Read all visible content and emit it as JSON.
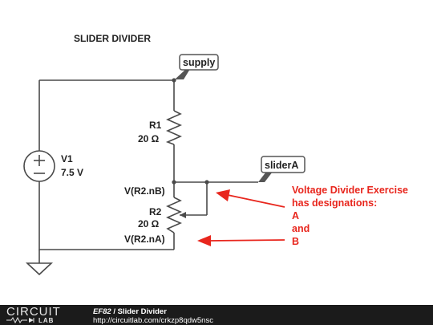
{
  "title": "SLIDER DIVIDER",
  "labels": {
    "supply": "supply",
    "sliderA": "sliderA"
  },
  "components": {
    "r1": {
      "name": "R1",
      "value": "20 Ω"
    },
    "r2": {
      "name": "R2",
      "value": "20 Ω"
    },
    "v1": {
      "name": "V1",
      "value": "7.5 V"
    }
  },
  "nodes": {
    "r2_nb": "V(R2.nB)",
    "r2_na": "V(R2.nA)"
  },
  "annotation": {
    "line1": "Voltage Divider Exercise",
    "line2": "has designations:",
    "line3": "A",
    "line4": "and",
    "line5": "B"
  },
  "footer": {
    "logo_top": "CIRCUIT",
    "logo_bottom": "LAB",
    "user": "EF82",
    "separator": " / ",
    "circuit_name": "Slider Divider",
    "url": "http://circuitlab.com/crkzp8qdw5nsc"
  },
  "colors": {
    "wire": "#4a4a4a",
    "annotation": "#e8261d",
    "footer_bg": "#1b1b1b",
    "label_bg": "#ffffff"
  }
}
